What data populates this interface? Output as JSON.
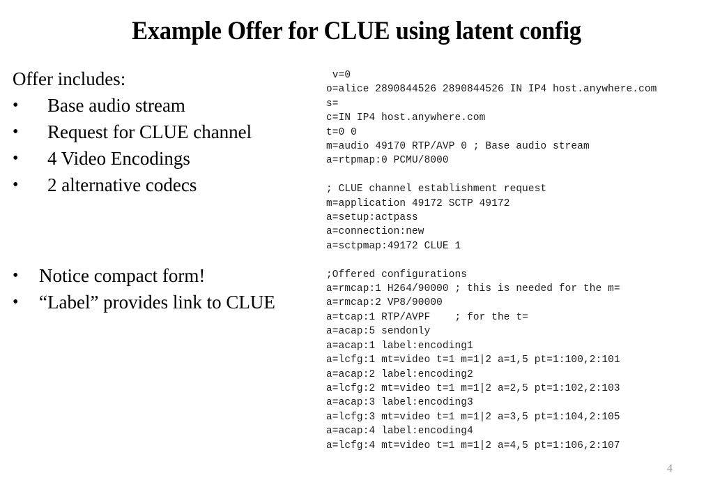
{
  "slide": {
    "title": "Example Offer for CLUE using latent config",
    "page_number": "4"
  },
  "left": {
    "lead": "Offer includes:",
    "group_a": [
      "Base audio stream",
      "Request for CLUE channel",
      "4 Video Encodings",
      "2 alternative codecs"
    ],
    "group_b": [
      "Notice compact form!",
      "“Label” provides link to CLUE"
    ],
    "bullet_glyph": "•"
  },
  "sdp": {
    "lines": [
      " v=0",
      "o=alice 2890844526 2890844526 IN IP4 host.anywhere.com",
      "s=",
      "c=IN IP4 host.anywhere.com",
      "t=0 0",
      "m=audio 49170 RTP/AVP 0 ; Base audio stream",
      "a=rtpmap:0 PCMU/8000",
      "",
      "; CLUE channel establishment request",
      "m=application 49172 SCTP 49172",
      "a=setup:actpass",
      "a=connection:new",
      "a=sctpmap:49172 CLUE 1",
      "",
      ";Offered configurations",
      "a=rmcap:1 H264/90000 ; this is needed for the m=",
      "a=rmcap:2 VP8/90000",
      "a=tcap:1 RTP/AVPF    ; for the t=",
      "a=acap:5 sendonly",
      "a=acap:1 label:encoding1",
      "a=lcfg:1 mt=video t=1 m=1|2 a=1,5 pt=1:100,2:101",
      "a=acap:2 label:encoding2",
      "a=lcfg:2 mt=video t=1 m=1|2 a=2,5 pt=1:102,2:103",
      "a=acap:3 label:encoding3",
      "a=lcfg:3 mt=video t=1 m=1|2 a=3,5 pt=1:104,2:105",
      "a=acap:4 label:encoding4",
      "a=lcfg:4 mt=video t=1 m=1|2 a=4,5 pt=1:106,2:107"
    ]
  },
  "colors": {
    "background": "#ffffff",
    "text": "#000000",
    "code_text": "#1a1a1a",
    "page_number": "#9a9a9a"
  }
}
